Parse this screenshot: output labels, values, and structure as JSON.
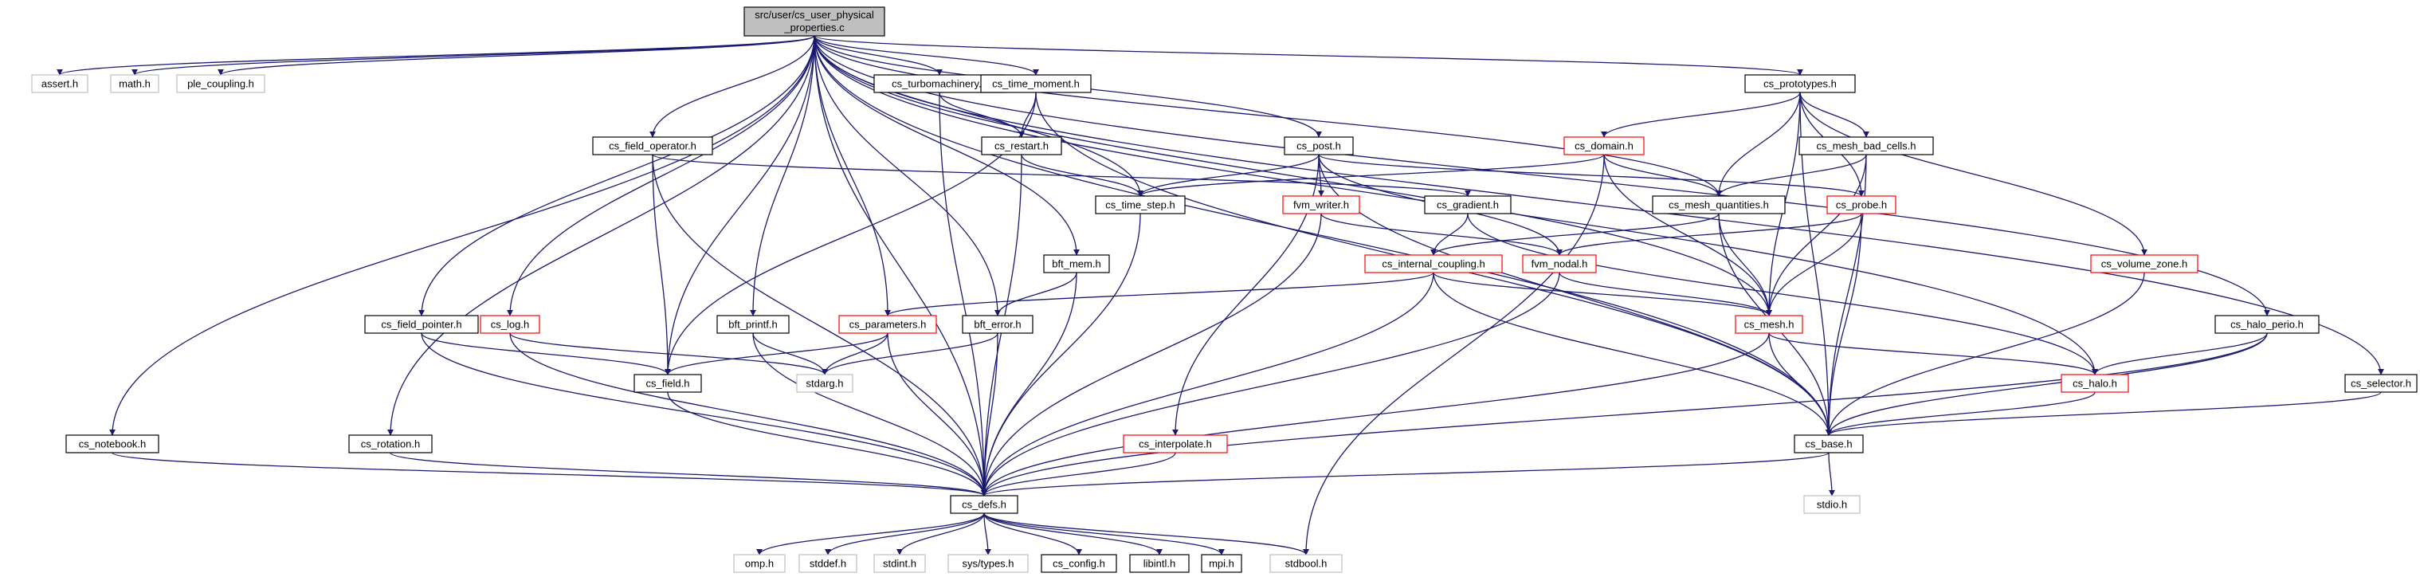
{
  "graph": {
    "root_line1": "src/user/cs_user_physical",
    "root_line2": "_properties.c",
    "nodes": {
      "assert": "assert.h",
      "math": "math.h",
      "ple_coupling": "ple_coupling.h",
      "cs_notebook": "cs_notebook.h",
      "cs_rotation": "cs_rotation.h",
      "cs_field_pointer": "cs_field_pointer.h",
      "cs_field_operator": "cs_field_operator.h",
      "cs_log": "cs_log.h",
      "bft_printf": "bft_printf.h",
      "cs_parameters": "cs_parameters.h",
      "cs_turbomachinery": "cs_turbomachinery.h",
      "cs_time_moment": "cs_time_moment.h",
      "cs_restart": "cs_restart.h",
      "cs_time_step": "cs_time_step.h",
      "bft_mem": "bft_mem.h",
      "bft_error": "bft_error.h",
      "cs_field": "cs_field.h",
      "stdarg": "stdarg.h",
      "cs_post": "cs_post.h",
      "fvm_writer": "fvm_writer.h",
      "cs_gradient": "cs_gradient.h",
      "cs_internal_coupling": "cs_internal_coupling.h",
      "fvm_nodal": "fvm_nodal.h",
      "cs_interpolate": "cs_interpolate.h",
      "cs_domain": "cs_domain.h",
      "cs_mesh_quantities": "cs_mesh_quantities.h",
      "cs_prototypes": "cs_prototypes.h",
      "cs_mesh_bad_cells": "cs_mesh_bad_cells.h",
      "cs_probe": "cs_probe.h",
      "cs_mesh": "cs_mesh.h",
      "cs_halo": "cs_halo.h",
      "cs_volume_zone": "cs_volume_zone.h",
      "cs_halo_perio": "cs_halo_perio.h",
      "cs_selector": "cs_selector.h",
      "cs_base": "cs_base.h",
      "stdio": "stdio.h",
      "cs_defs": "cs_defs.h",
      "omp": "omp.h",
      "stddef": "stddef.h",
      "stdint": "stdint.h",
      "sys_types": "sys/types.h",
      "cs_config": "cs_config.h",
      "libintl": "libintl.h",
      "mpi": "mpi.h",
      "stdbool": "stdbool.h"
    }
  },
  "colors": {
    "edge": "#191970",
    "box_border": "#000000",
    "box_border_red": "#ff0000",
    "box_border_grey": "#bfbfbf",
    "root_fill": "#bfbfbf"
  }
}
